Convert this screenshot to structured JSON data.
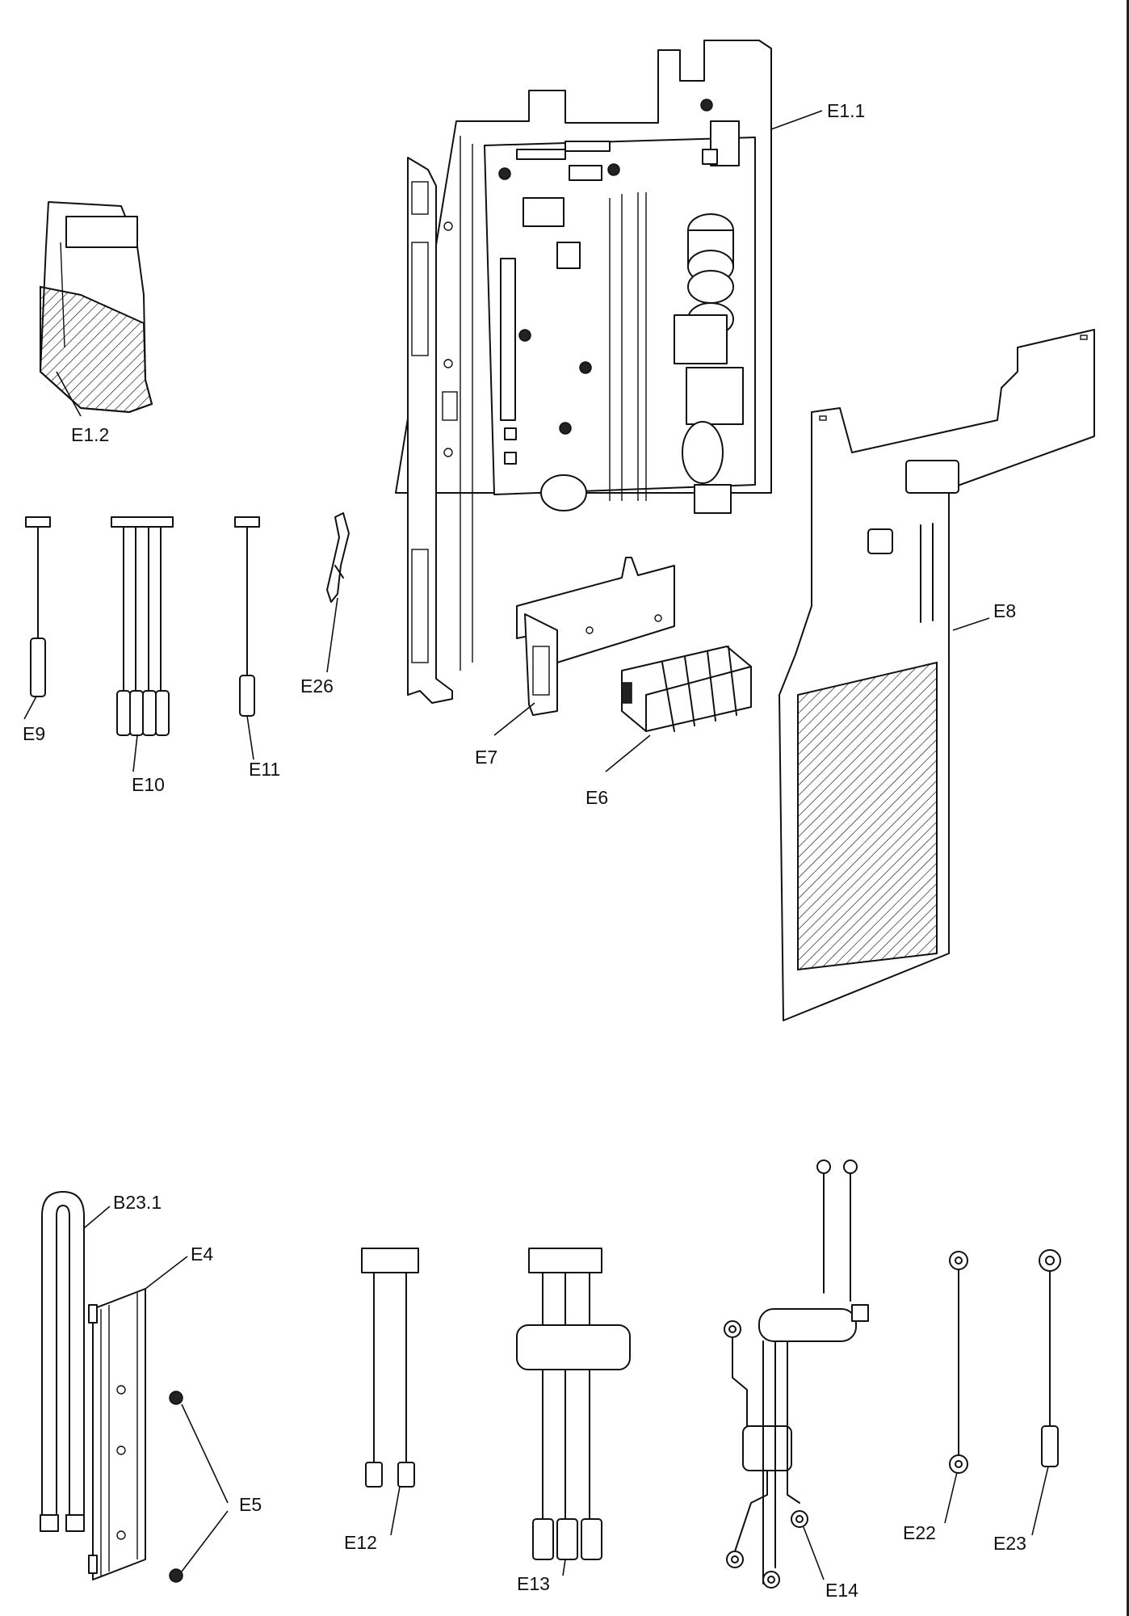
{
  "parts": [
    {
      "id": "E1.1",
      "label": "E1.1"
    },
    {
      "id": "E1.2",
      "label": "E1.2"
    },
    {
      "id": "E9",
      "label": "E9"
    },
    {
      "id": "E10",
      "label": "E10"
    },
    {
      "id": "E11",
      "label": "E11"
    },
    {
      "id": "E26",
      "label": "E26"
    },
    {
      "id": "E7",
      "label": "E7"
    },
    {
      "id": "E6",
      "label": "E6"
    },
    {
      "id": "E8",
      "label": "E8"
    },
    {
      "id": "B23.1",
      "label": "B23.1"
    },
    {
      "id": "E4",
      "label": "E4"
    },
    {
      "id": "E5",
      "label": "E5"
    },
    {
      "id": "E12",
      "label": "E12"
    },
    {
      "id": "E13",
      "label": "E13"
    },
    {
      "id": "E14",
      "label": "E14"
    },
    {
      "id": "E22",
      "label": "E22"
    },
    {
      "id": "E23",
      "label": "E23"
    }
  ]
}
